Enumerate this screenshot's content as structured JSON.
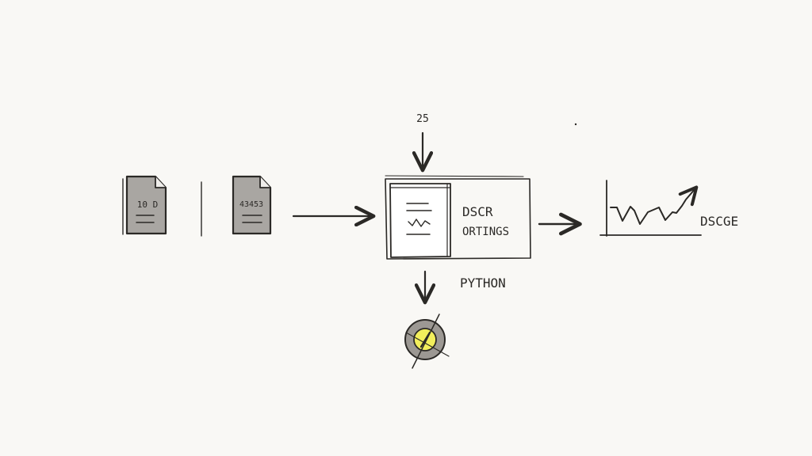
{
  "doc_one": {
    "label": "10 D"
  },
  "doc_two": {
    "label": "43453"
  },
  "input_label": "25",
  "process": {
    "title": "DSCR",
    "subtitle": "ORTINGS",
    "tool_label": "PYTHON"
  },
  "output": {
    "label": "DSCGE"
  },
  "colors": {
    "ink": "#2b2926",
    "paper": "#f9f8f5",
    "doc_fill": "#a9a6a2",
    "gauge_ring": "#9c9893",
    "gauge_center": "#f2ee5c"
  }
}
